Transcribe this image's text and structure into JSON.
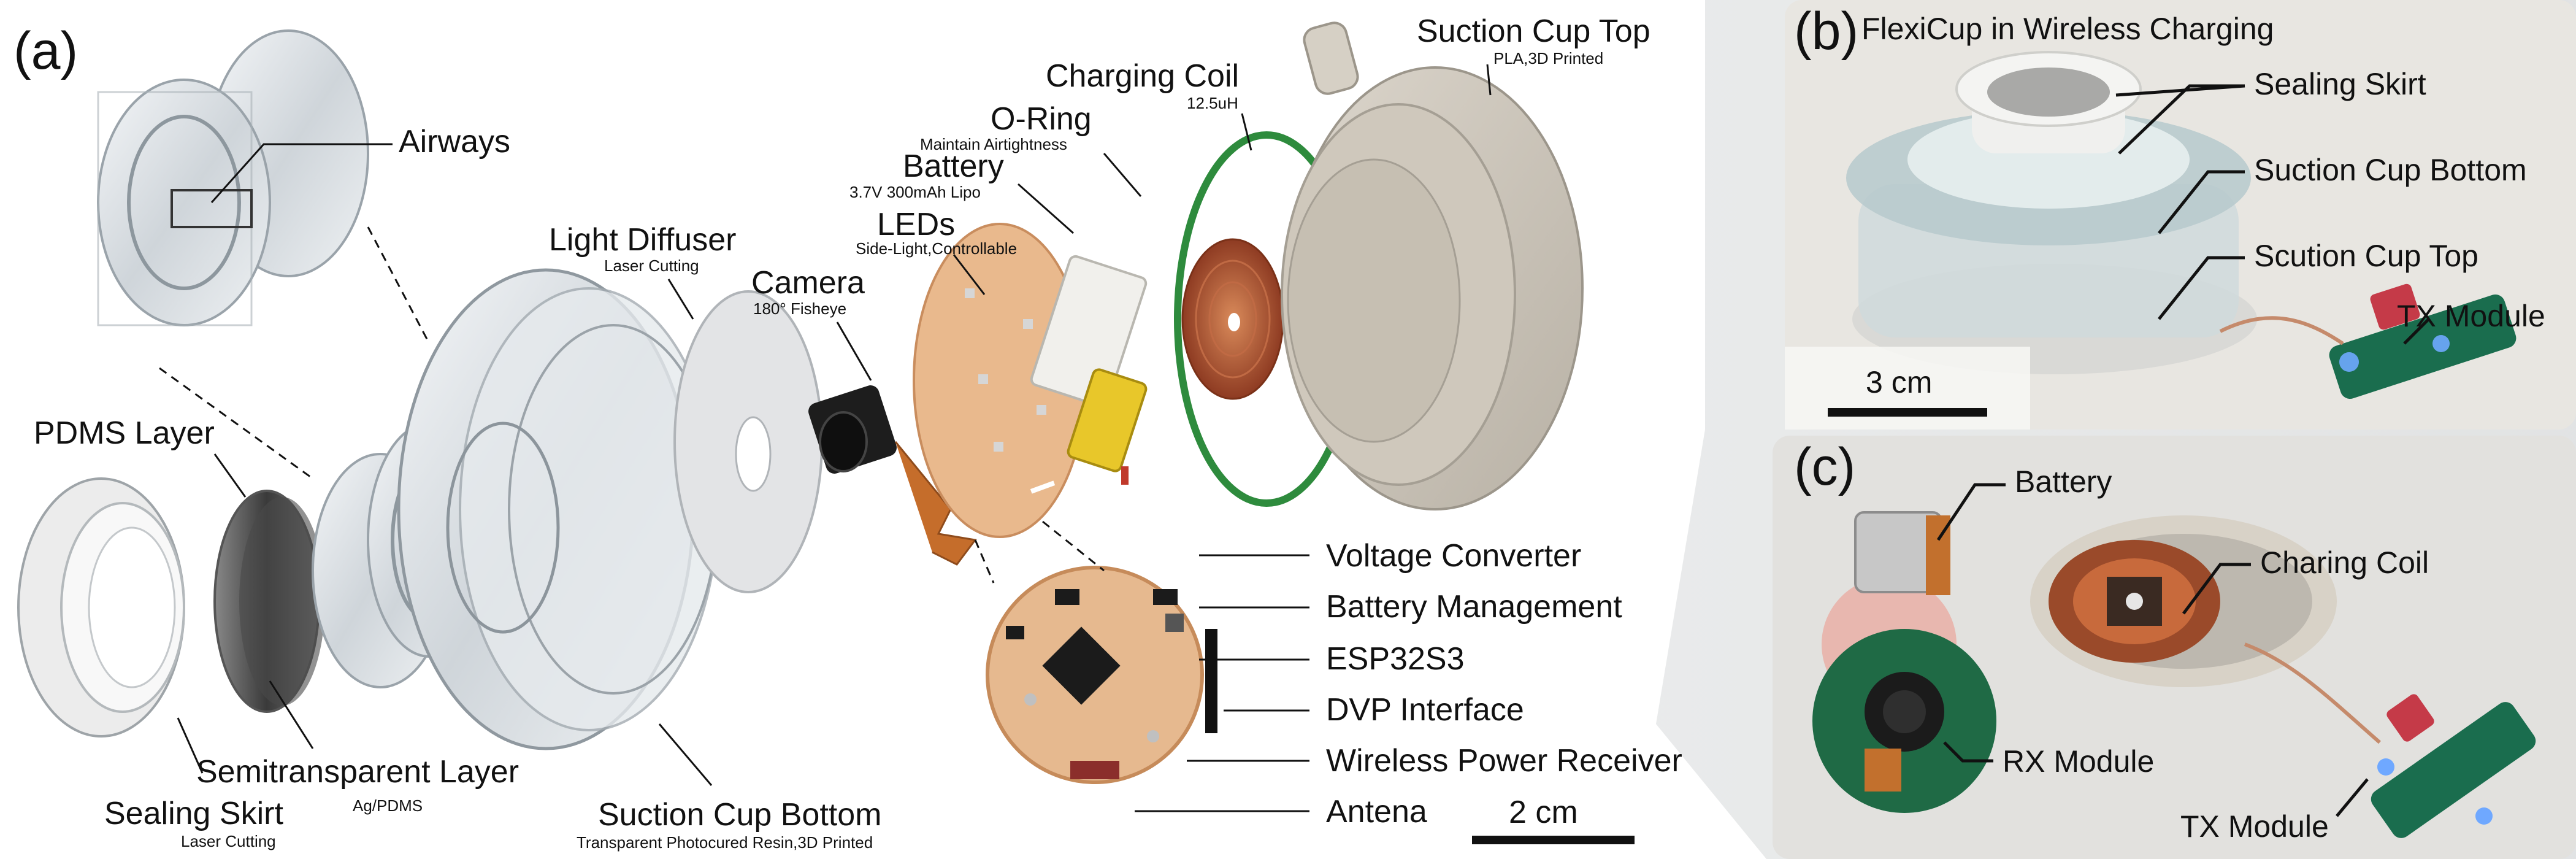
{
  "panels": {
    "a": "(a)",
    "b": "(b)",
    "c": "(c)"
  },
  "panel_a": {
    "airways": "Airways",
    "pdms_layer": "PDMS Layer",
    "semitransparent_layer": "Semitransparent Layer",
    "semitransparent_sub": "Ag/PDMS",
    "sealing_skirt": "Sealing Skirt",
    "sealing_skirt_sub": "Laser Cutting",
    "suction_cup_bottom": "Suction Cup Bottom",
    "suction_cup_bottom_sub": "Transparent Photocured Resin,3D Printed",
    "light_diffuser": "Light Diffuser",
    "light_diffuser_sub": "Laser Cutting",
    "camera": "Camera",
    "camera_sub": "180° Fisheye",
    "leds": "LEDs",
    "leds_sub": "Side-Light,Controllable",
    "battery": "Battery",
    "battery_sub": "3.7V 300mAh Lipo",
    "o_ring": "O-Ring",
    "o_ring_sub": "Maintain Airtightness",
    "charging_coil": "Charging Coil",
    "charging_coil_sub": "12.5uH",
    "suction_cup_top": "Suction Cup Top",
    "suction_cup_top_sub": "PLA,3D Printed",
    "pcb_labels": [
      "Voltage Converter",
      "Battery Management",
      "ESP32S3",
      "DVP Interface",
      "Wireless Power Receiver",
      "Antena"
    ],
    "scale_bar": "2 cm"
  },
  "panel_b": {
    "title": "FlexiCup in Wireless Charging",
    "sealing_skirt": "Sealing Skirt",
    "suction_cup_bottom": "Suction Cup Bottom",
    "suction_cup_top": "Scution Cup Top",
    "tx_module": "TX Module",
    "scale_bar": "3 cm"
  },
  "panel_c": {
    "battery": "Battery",
    "charging_coil": "Charing Coil",
    "rx_module": "RX Module",
    "tx_module": "TX Module"
  },
  "colors": {
    "coil_green": "#2e8b3d",
    "copper": "#b5553a",
    "pcb_orange": "#e8b488",
    "photo_bg": "#e9e7e3"
  }
}
